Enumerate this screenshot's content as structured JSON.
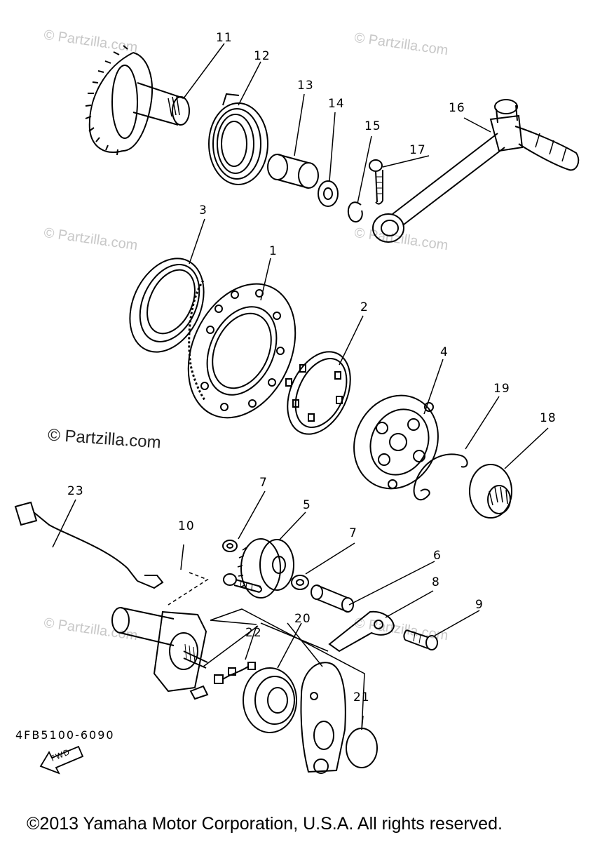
{
  "watermark": "© Partzilla.com",
  "watermark_faint": "Partzilla.com",
  "diagram_code": "4FB5100-6090",
  "copyright": "©2013 Yamaha Motor Corporation, U.S.A. All rights reserved.",
  "fwd_label": "FWD",
  "callouts": {
    "c1": "1",
    "c2": "2",
    "c3": "3",
    "c4": "4",
    "c5": "5",
    "c6": "6",
    "c7a": "7",
    "c7b": "7",
    "c8": "8",
    "c9": "9",
    "c10": "10",
    "c11": "11",
    "c12": "12",
    "c13": "13",
    "c14": "14",
    "c15": "15",
    "c16": "16",
    "c17": "17",
    "c18": "18",
    "c19": "19",
    "c20": "20",
    "c21": "21",
    "c22": "22",
    "c23": "23"
  }
}
